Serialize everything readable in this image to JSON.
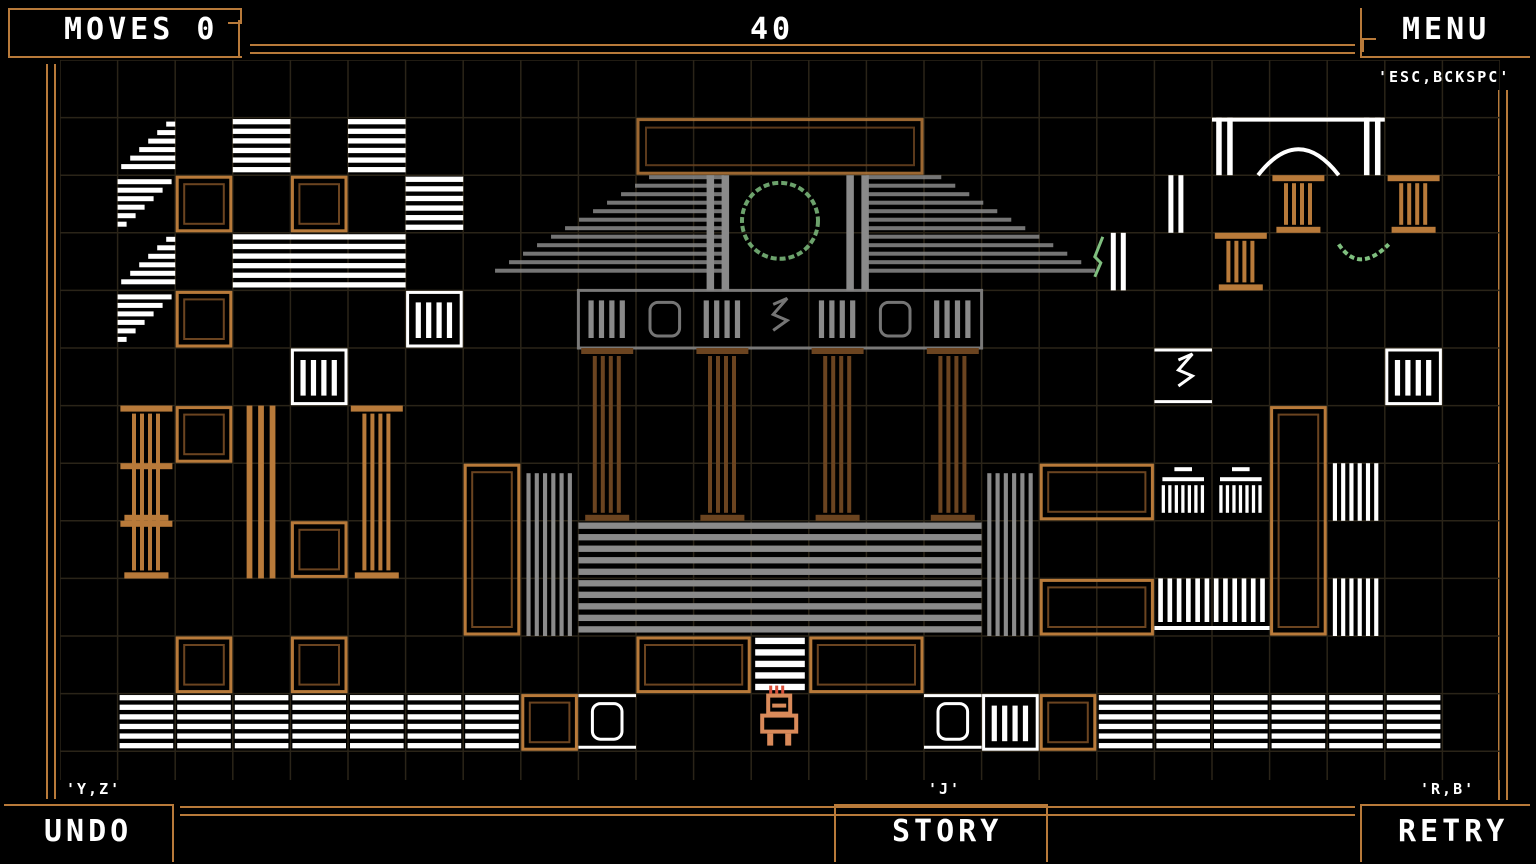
{
  "hud": {
    "moves_label": "MOVES 0",
    "level_number": "40",
    "menu_label": "MENU",
    "menu_keys": "'ESC,BCKSPC'",
    "undo_label": "UNDO",
    "undo_keys": "'Y,Z'",
    "story_label": "STORY",
    "story_keys": "'J'",
    "retry_label": "RETRY",
    "retry_keys": "'R,B'"
  },
  "colors": {
    "bronze": "#b87a3a",
    "bronze_dim": "#6b4420",
    "white": "#ffffff",
    "grey": "#8a8a8a",
    "grid": "#2a2418",
    "vine": "#7fbf7f"
  },
  "icons": [
    "greek-key-corner-icon",
    "column-icon",
    "wreath-icon",
    "snake-glyph-icon",
    "owl-glyph-icon",
    "player-hoplite-icon"
  ]
}
